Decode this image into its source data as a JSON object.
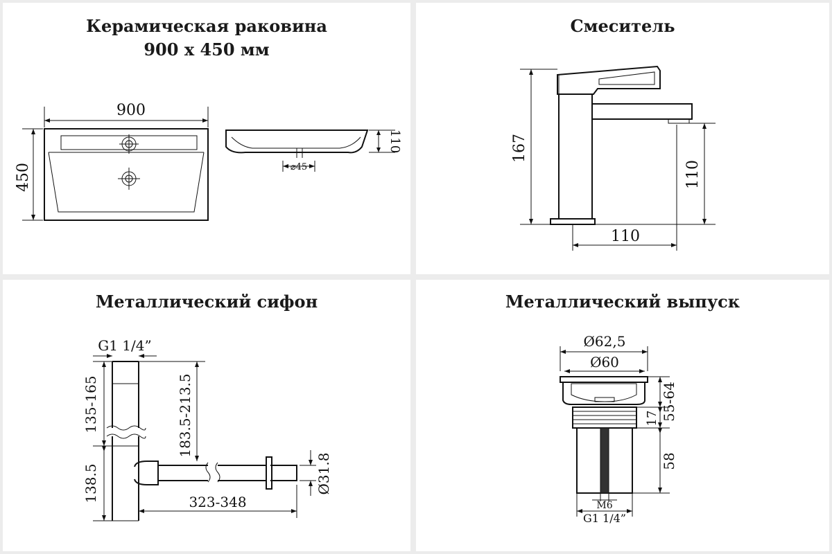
{
  "panels": {
    "sink": {
      "title_line1": "Керамическая раковина",
      "title_line2": "900 х 450 мм",
      "dims": {
        "width": "900",
        "depth": "450",
        "height": "110",
        "drain": "⌀45"
      }
    },
    "faucet": {
      "title": "Смеситель",
      "dims": {
        "height": "167",
        "spout_height": "110",
        "spout_reach": "110"
      }
    },
    "siphon": {
      "title": "Металлический сифон",
      "dims": {
        "thread": "G1 1/4”",
        "upper": "135-165",
        "lower": "138.5",
        "vertical": "183.5-213.5",
        "horizontal": "323-348",
        "diameter": "Ø31.8"
      }
    },
    "drain": {
      "title": "Металлический выпуск",
      "dims": {
        "outer": "Ø62,5",
        "inner": "Ø60",
        "cap": "17",
        "total": "55-64",
        "body": "58",
        "bolt": "M6",
        "thread": "G1 1/4”"
      }
    }
  }
}
